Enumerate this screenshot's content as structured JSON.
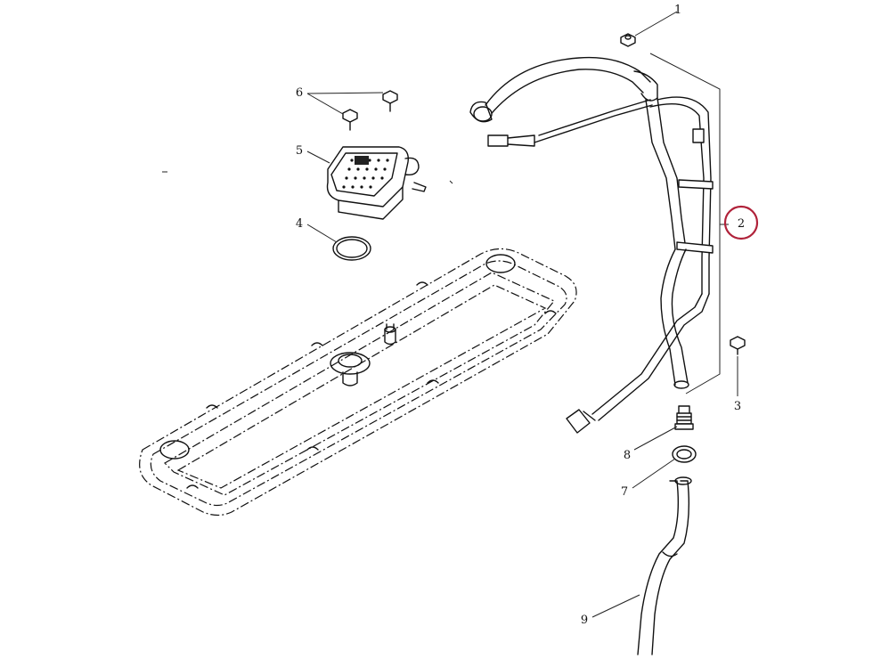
{
  "callouts": [
    {
      "id": "1",
      "label": "1"
    },
    {
      "id": "2",
      "label": "2",
      "highlighted": true
    },
    {
      "id": "3",
      "label": "3"
    },
    {
      "id": "4",
      "label": "4"
    },
    {
      "id": "5",
      "label": "5"
    },
    {
      "id": "6",
      "label": "6"
    },
    {
      "id": "7",
      "label": "7"
    },
    {
      "id": "8",
      "label": "8"
    },
    {
      "id": "9",
      "label": "9"
    }
  ],
  "colors": {
    "highlight_circle": "#b0223a",
    "line": "#111111"
  }
}
